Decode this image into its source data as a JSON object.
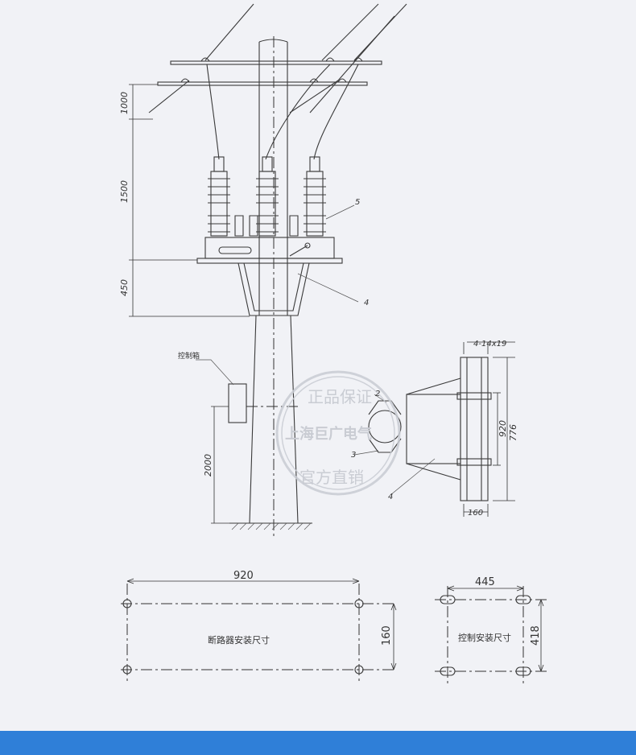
{
  "colors": {
    "background": "#f1f2f6",
    "line": "#333333",
    "stamp": "#c9ccd3",
    "bottom_bar": "#2f7fd8"
  },
  "pole_elevation": {
    "dims": [
      "1000",
      "1500",
      "450",
      "2000"
    ],
    "callouts": [
      "5",
      "4",
      "2",
      "3",
      "4"
    ],
    "control_box_label": "控制箱"
  },
  "plan_view": {
    "bolt_spec": "4-14x19",
    "dim_920": "920",
    "dim_776": "776",
    "dim_160": "160"
  },
  "watermark": {
    "top_text": "正品保证",
    "middle_text": "上海巨广电气",
    "bottom_text": "官方直销"
  },
  "breaker_mount": {
    "width": "920",
    "height": "160",
    "label": "断路器安装尺寸"
  },
  "control_mount": {
    "width": "445",
    "height": "418",
    "label": "控制安装尺寸"
  }
}
